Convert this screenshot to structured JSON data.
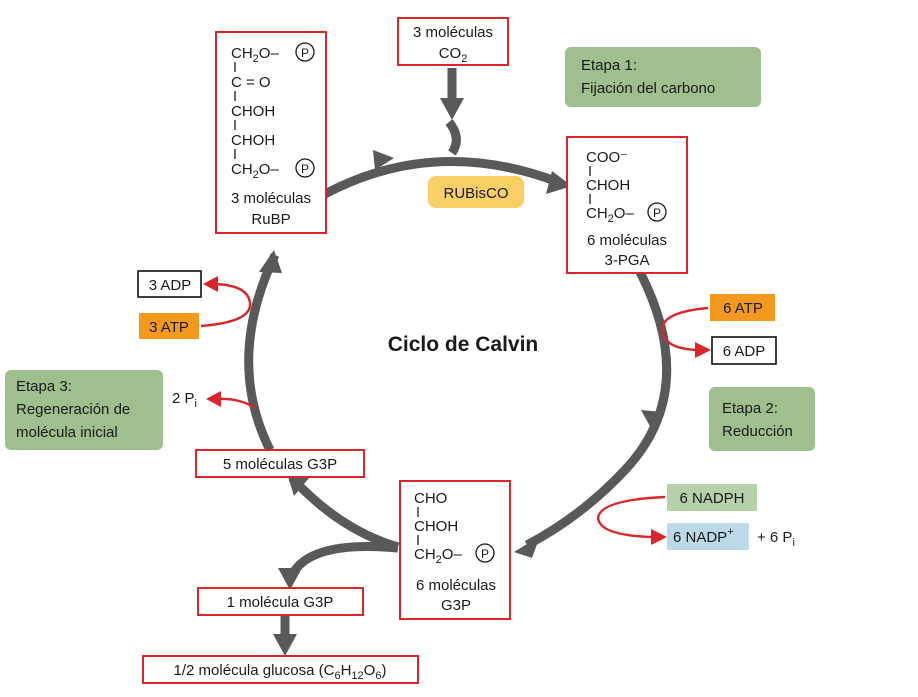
{
  "title": "Ciclo de Calvin",
  "enzyme": "RUBisCO",
  "stages": {
    "stage1": {
      "line1": "Etapa 1:",
      "line2": "Fijación del carbono"
    },
    "stage2": {
      "line1": "Etapa 2:",
      "line2": "Reducción"
    },
    "stage3": {
      "line1": "Etapa 3:",
      "line2": "Regeneración de",
      "line3": "molécula inicial"
    }
  },
  "co2_box": {
    "line1": "3 moléculas",
    "line2_main": "CO",
    "line2_sub": "2"
  },
  "rubp": {
    "formula": {
      "row1_a": "CH",
      "row1_sub": "2",
      "row1_b": "O–",
      "row2": "C = O",
      "row3": "CHOH",
      "row4": "CHOH",
      "row5_a": "CH",
      "row5_sub": "2",
      "row5_b": "O–",
      "phosphate": "P"
    },
    "count": "3 moléculas",
    "name": "RuBP"
  },
  "pga": {
    "formula": {
      "row1": "COO⁻",
      "row2": "CHOH",
      "row3_a": "CH",
      "row3_sub": "2",
      "row3_b": "O–",
      "phosphate": "P"
    },
    "count": "6 moléculas",
    "name": "3-PGA"
  },
  "g3p6": {
    "formula": {
      "row1": "CHO",
      "row2": "CHOH",
      "row3_a": "CH",
      "row3_sub": "2",
      "row3_b": "O–",
      "phosphate": "P"
    },
    "count": "6 moléculas",
    "name": "G3P"
  },
  "g3p5": "5 moléculas G3P",
  "g3p1": "1 molécula G3P",
  "glucose": {
    "a": "1/2 molécula glucosa (C",
    "s1": "6",
    "b": "H",
    "s2": "12",
    "c": "O",
    "s3": "6",
    "d": ")"
  },
  "energy": {
    "atp_in_reduction": "6 ATP",
    "adp_out_reduction": "6 ADP",
    "nadph_in": "6 NADPH",
    "nadp_out": "6 NADP",
    "nadp_sup": "+",
    "pi_reduction": {
      "main": "+ 6 P",
      "sub": "i"
    },
    "atp_in_regeneration": "3 ATP",
    "adp_out_regeneration": "3 ADP",
    "pi_regeneration": {
      "main": "2 P",
      "sub": "i"
    }
  },
  "colors": {
    "box_border": "#d9262b",
    "stage_bg": "#9fbf8f",
    "atp": "#f39a1e",
    "nadph": "#b6d0a9",
    "nadp": "#bcd9e8",
    "rubisco": "#f8d066",
    "cycle_arrow": "#58595b",
    "reaction_arrow": "#d9262b"
  }
}
